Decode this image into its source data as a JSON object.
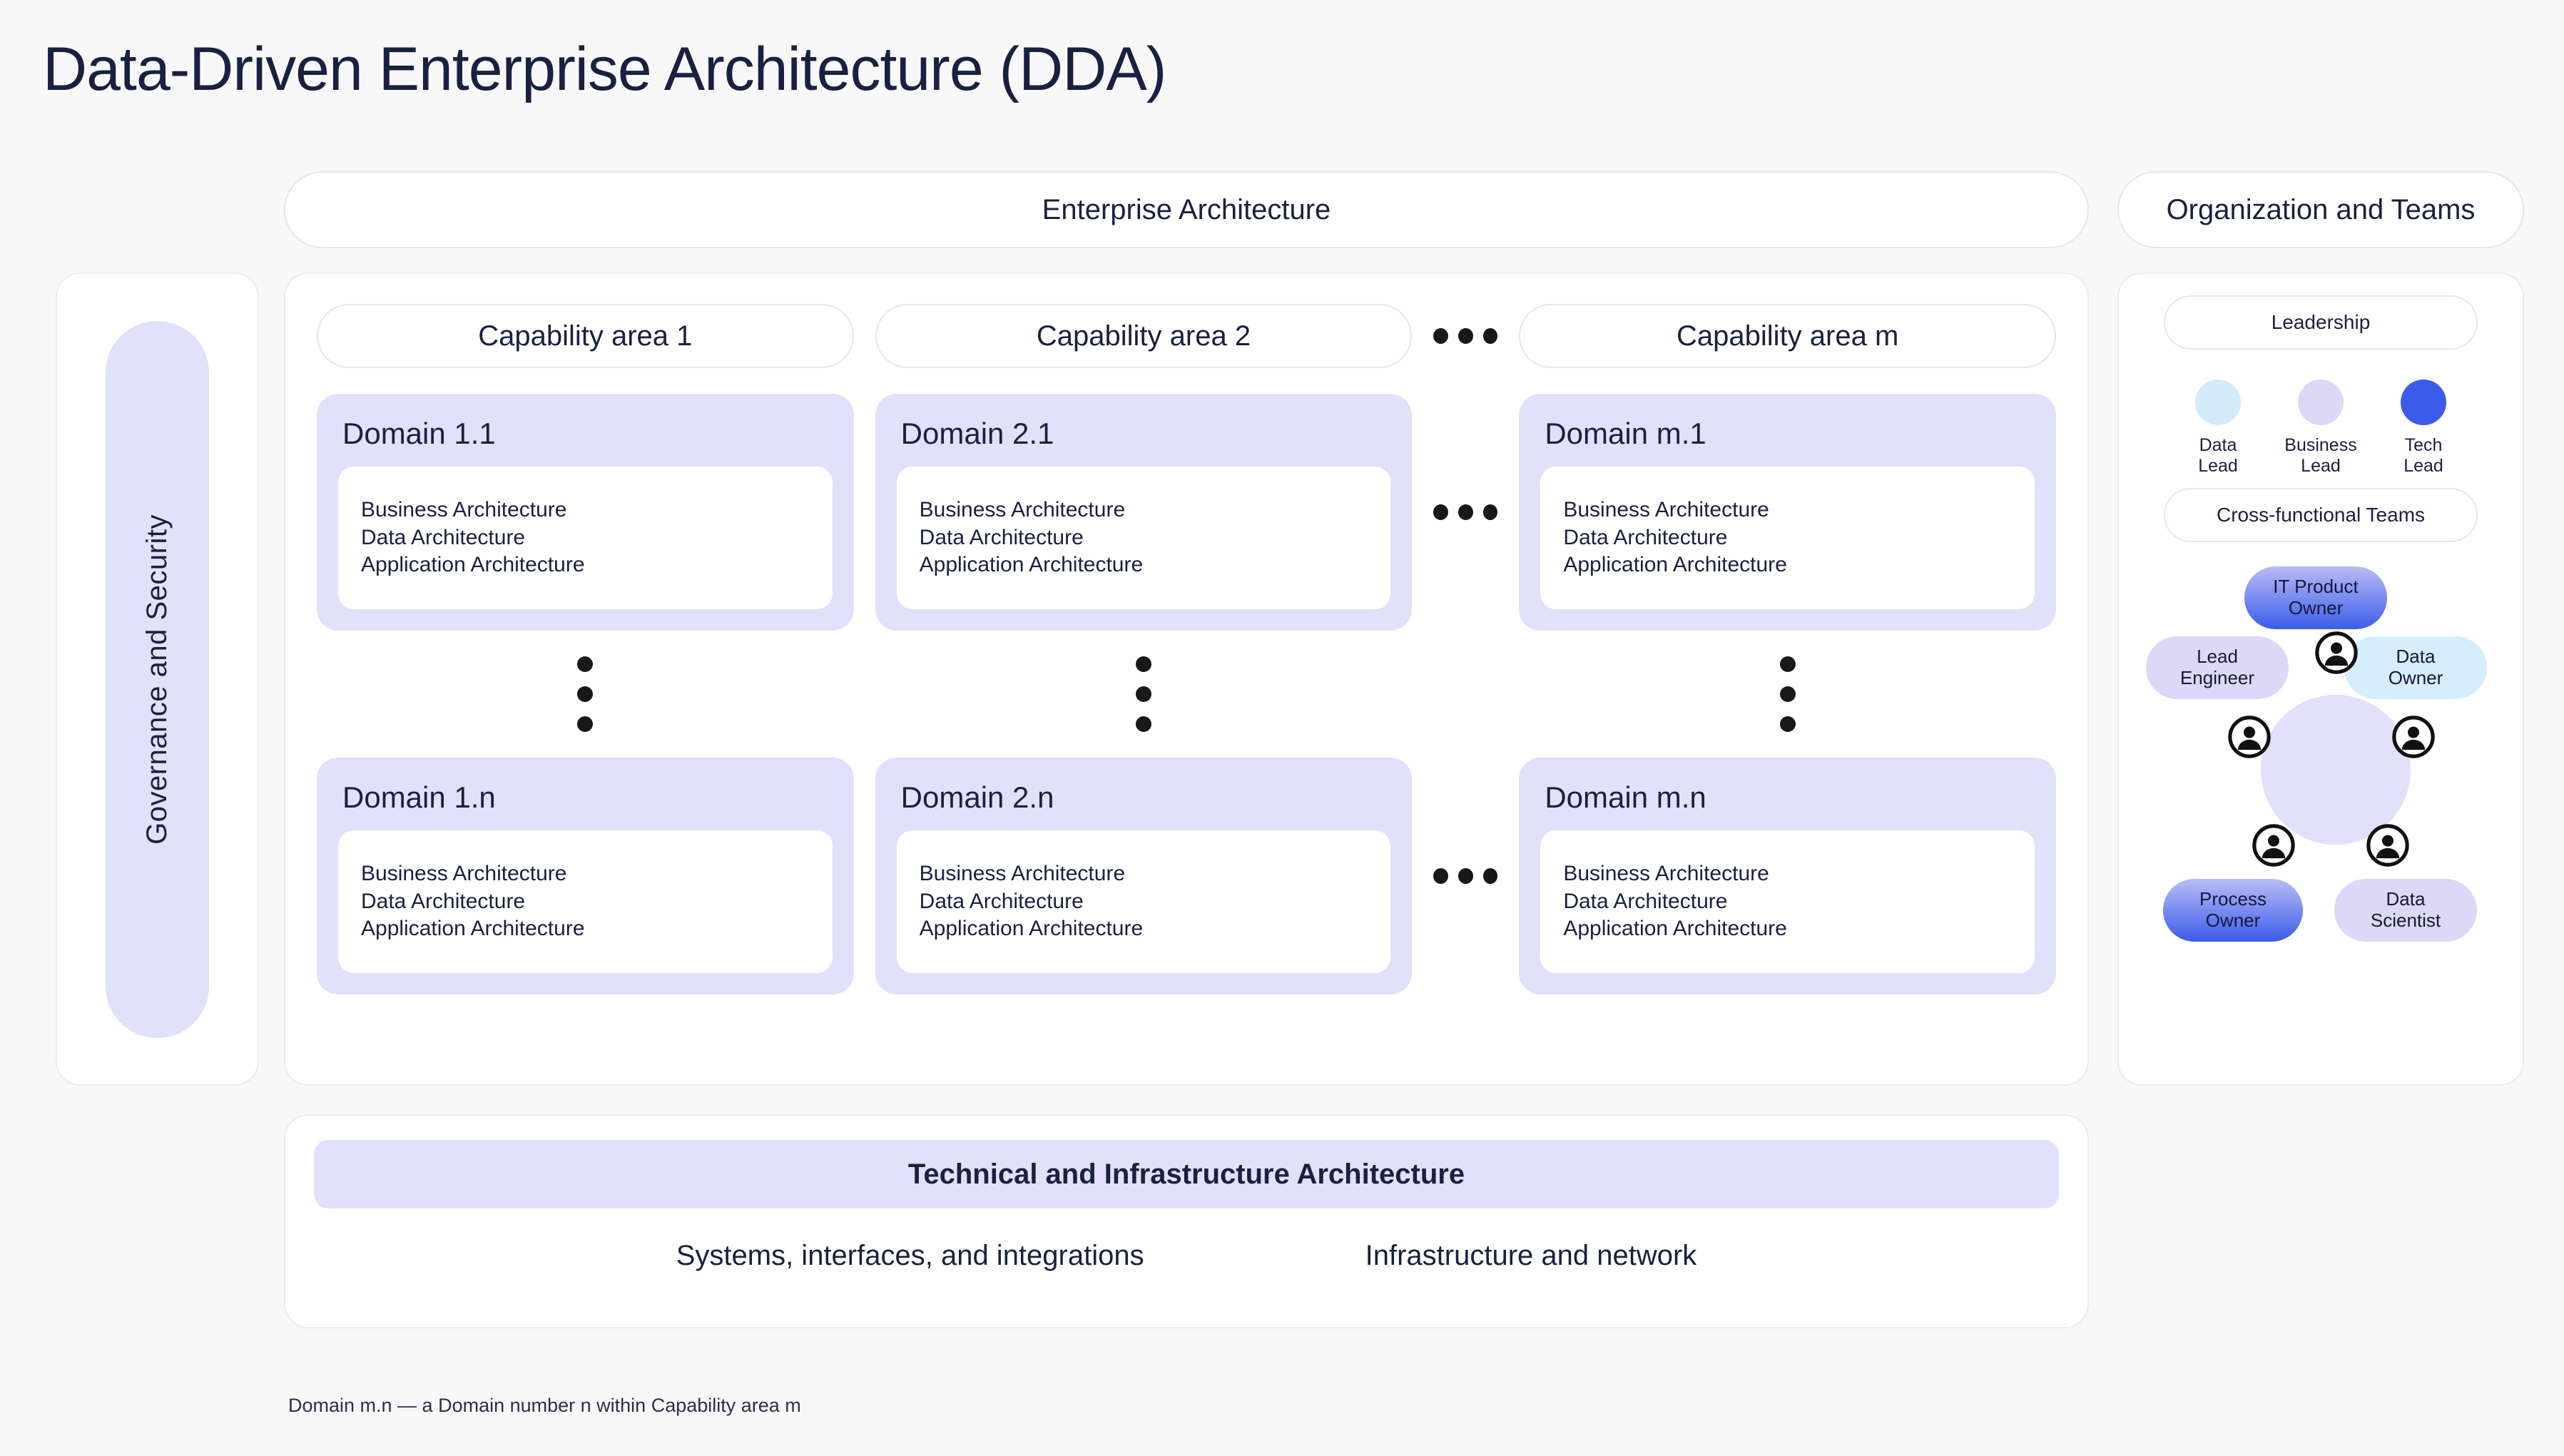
{
  "title": "Data-Driven Enterprise Architecture (DDA)",
  "headers": {
    "enterprise_architecture": "Enterprise Architecture",
    "organization_and_teams": "Organization and Teams"
  },
  "governance": {
    "label": "Governance and Security"
  },
  "capability_areas": [
    {
      "label": "Capability area 1"
    },
    {
      "label": "Capability area 2"
    },
    {
      "label": "Capability area m"
    }
  ],
  "domain_layers": [
    "Business Architecture",
    "Data Architecture",
    "Application Architecture"
  ],
  "domain_rows": [
    {
      "cards": [
        {
          "title": "Domain 1.1"
        },
        {
          "title": "Domain 2.1"
        },
        {
          "title": "Domain m.1"
        }
      ]
    },
    {
      "cards": [
        {
          "title": "Domain 1.n"
        },
        {
          "title": "Domain 2.n"
        },
        {
          "title": "Domain m.n"
        }
      ]
    }
  ],
  "technical": {
    "banner": "Technical and Infrastructure Architecture",
    "items": [
      "Systems, interfaces, and integrations",
      "Infrastructure and network"
    ]
  },
  "footnote": "Domain m.n — a Domain number n within Capability area m",
  "organization": {
    "leadership_label": "Leadership",
    "cross_functional_label": "Cross-functional Teams",
    "leadership": [
      {
        "label": "Data\nLead",
        "color": "#d4ecfa"
      },
      {
        "label": "Business\nLead",
        "color": "#ddd8f7"
      },
      {
        "label": "Tech\nLead",
        "color": "#3b5ceb"
      }
    ],
    "roles": [
      {
        "label": "IT Product\nOwner"
      },
      {
        "label": "Lead\nEngineer"
      },
      {
        "label": "Data\nOwner"
      },
      {
        "label": "Process\nOwner"
      },
      {
        "label": "Data\nScientist"
      }
    ]
  },
  "icons": {
    "ellipsis": "ellipsis-icon",
    "person": "person-icon"
  },
  "colors": {
    "background": "#f8f8f9",
    "lavender": "#e1e1fb",
    "accent_blue": "#3b5ceb",
    "light_blue": "#d6eefb",
    "text": "#1a2040"
  }
}
